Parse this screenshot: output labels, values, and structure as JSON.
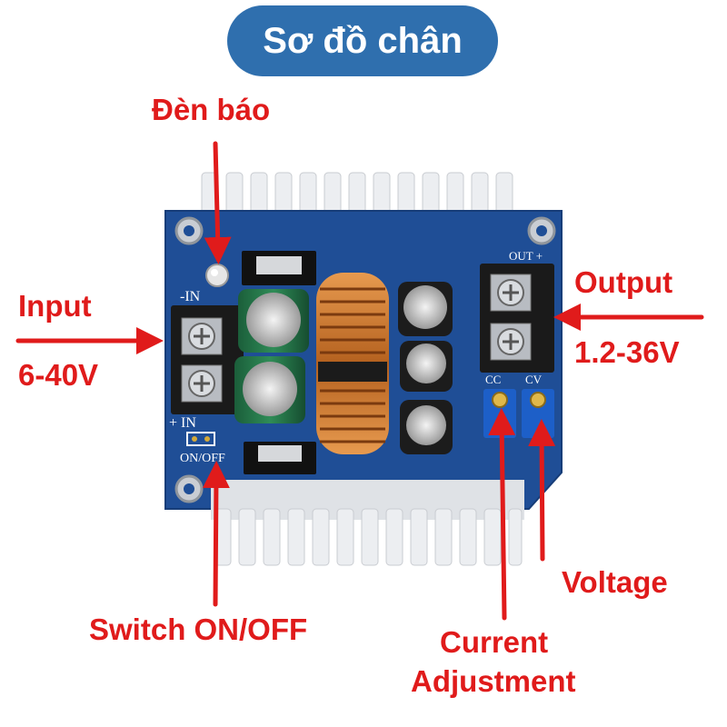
{
  "title": "Sơ đồ chân",
  "labels": {
    "indicator": "Đèn báo",
    "input": "Input",
    "input_range": "6-40V",
    "output": "Output",
    "output_range": "1.2-36V",
    "switch": "Switch ON/OFF",
    "voltage": "Voltage",
    "current_line1": "Current",
    "current_line2": "Adjustment"
  },
  "silkscreen": {
    "minus_in": "-IN",
    "plus_in": "+ IN",
    "on_off": "ON/OFF",
    "out_plus": "OUT +",
    "cc": "CC",
    "cv": "CV"
  },
  "colors": {
    "annotation": "#e01b1b",
    "title_bg": "#2f6fae",
    "pcb": "#1f4e96",
    "heatsink": "#e9ebee",
    "terminal": "#1a1a1a",
    "copper_coil": "#c9762c"
  }
}
